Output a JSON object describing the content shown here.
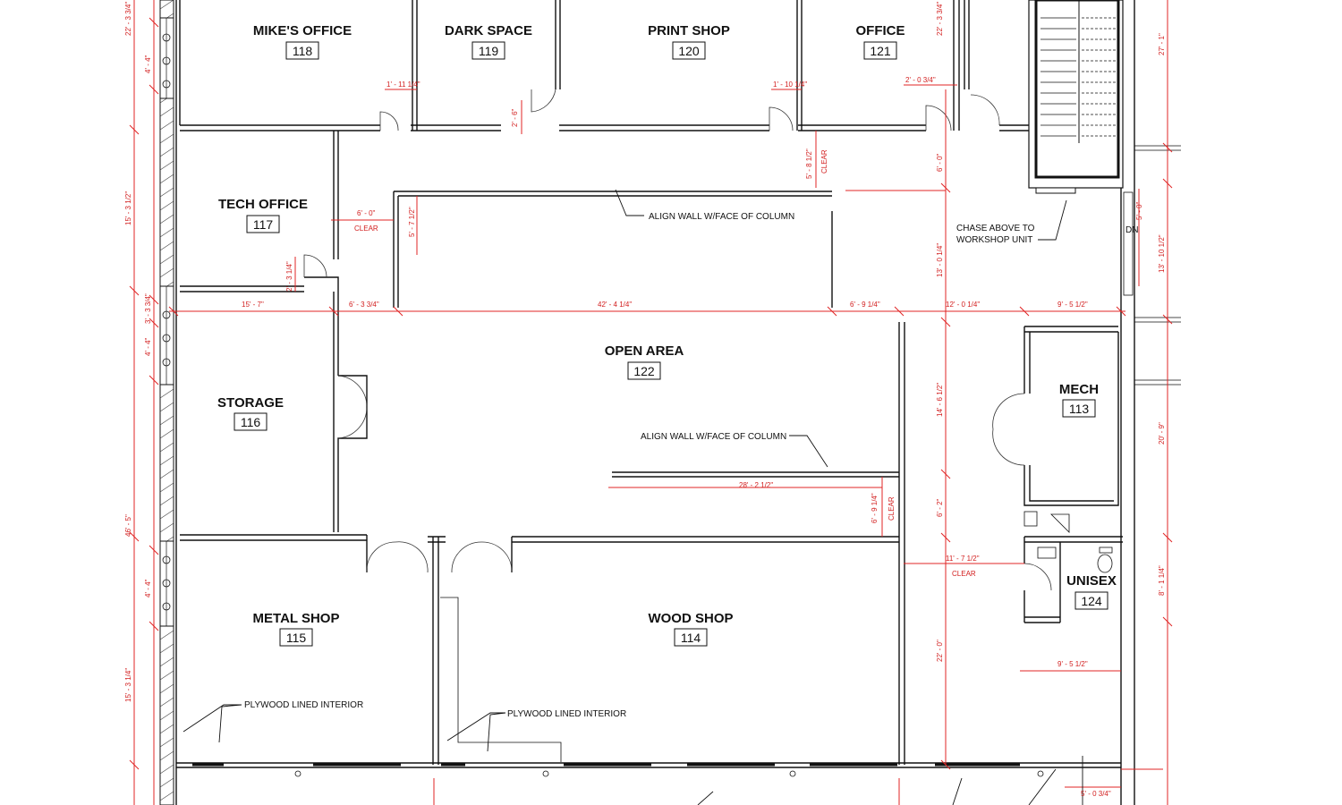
{
  "rooms": [
    {
      "name": "MIKE'S OFFICE",
      "number": "118"
    },
    {
      "name": "DARK SPACE",
      "number": "119"
    },
    {
      "name": "PRINT SHOP",
      "number": "120"
    },
    {
      "name": "OFFICE",
      "number": "121"
    },
    {
      "name": "TECH OFFICE",
      "number": "117"
    },
    {
      "name": "OPEN AREA",
      "number": "122"
    },
    {
      "name": "STORAGE",
      "number": "116"
    },
    {
      "name": "MECH",
      "number": "113"
    },
    {
      "name": "UNISEX",
      "number": "124"
    },
    {
      "name": "METAL SHOP",
      "number": "115"
    },
    {
      "name": "WOOD SHOP",
      "number": "114"
    }
  ],
  "notes": {
    "align_wall_1": "ALIGN WALL W/FACE OF COLUMN",
    "align_wall_2": "ALIGN WALL W/FACE OF COLUMN",
    "chase_line1": "CHASE ABOVE TO",
    "chase_line2": "WORKSHOP UNIT",
    "plywood_1": "PLYWOOD LINED INTERIOR",
    "plywood_2": "PLYWOOD LINED INTERIOR",
    "stair_dn": "DN"
  },
  "dimensions": {
    "d_22_3_3_4_top": "22' - 3 3/4\"",
    "d_4_4_top": "4' - 4\"",
    "d_15_3_1_2": "15' - 3 1/2\"",
    "d_3_3_3_4": "3' - 3 3/4\"",
    "d_4_4_mid": "4' - 4\"",
    "d_46_5": "46' - 5\"",
    "d_4_4_low": "4' - 4\"",
    "d_15_3_1_4": "15' - 3 1/4\"",
    "d_1_11_1_4": "1' - 11 1/4\"",
    "d_2_6": "2' - 6\"",
    "d_1_10_1_4": "1' - 10 1/4\"",
    "d_2_0_3_4": "2' - 0 3/4\"",
    "d_22_3_3_4_right": "22' - 3 3/4\"",
    "d_5_8_1_2": "5' - 8 1/2\"",
    "clear_1": "CLEAR",
    "d_6_0_tech": "6' - 0\"",
    "clear_2": "CLEAR",
    "d_5_7_1_2": "5' - 7 1/2\"",
    "d_2_3_1_4": "2' - 3 1/4\"",
    "d_6_0_vert": "6' - 0\"",
    "d_13_0_1_4": "13' - 0 1/4\"",
    "d_15_7": "15' - 7\"",
    "d_6_3_3_4": "6' - 3 3/4\"",
    "d_42_4_1_4": "42' - 4 1/4\"",
    "d_6_9_1_4": "6' - 9 1/4\"",
    "d_12_0_1_4": "12' - 0 1/4\"",
    "d_9_5_1_2_top": "9' - 5 1/2\"",
    "d_14_6_1_2": "14' - 6 1/2\"",
    "d_28_2_1_2": "28' - 2 1/2\"",
    "d_6_9_1_4_v": "6' - 9 1/4\"",
    "clear_3": "CLEAR",
    "d_6_2": "6' - 2\"",
    "d_11_7_1_2": "11' - 7 1/2\"",
    "clear_4": "CLEAR",
    "d_22_0": "22' - 0\"",
    "d_9_5_1_2_low": "9' - 5 1/2\"",
    "d_27_1": "27' - 1\"",
    "d_5_0": "5' - 0\"",
    "d_13_10_1_2": "13' - 10 1/2\"",
    "d_20_9": "20' - 9\"",
    "d_8_1_1_4": "8' - 1 1/4\"",
    "d_5_0_3_4": "5' - 0 3/4\""
  }
}
